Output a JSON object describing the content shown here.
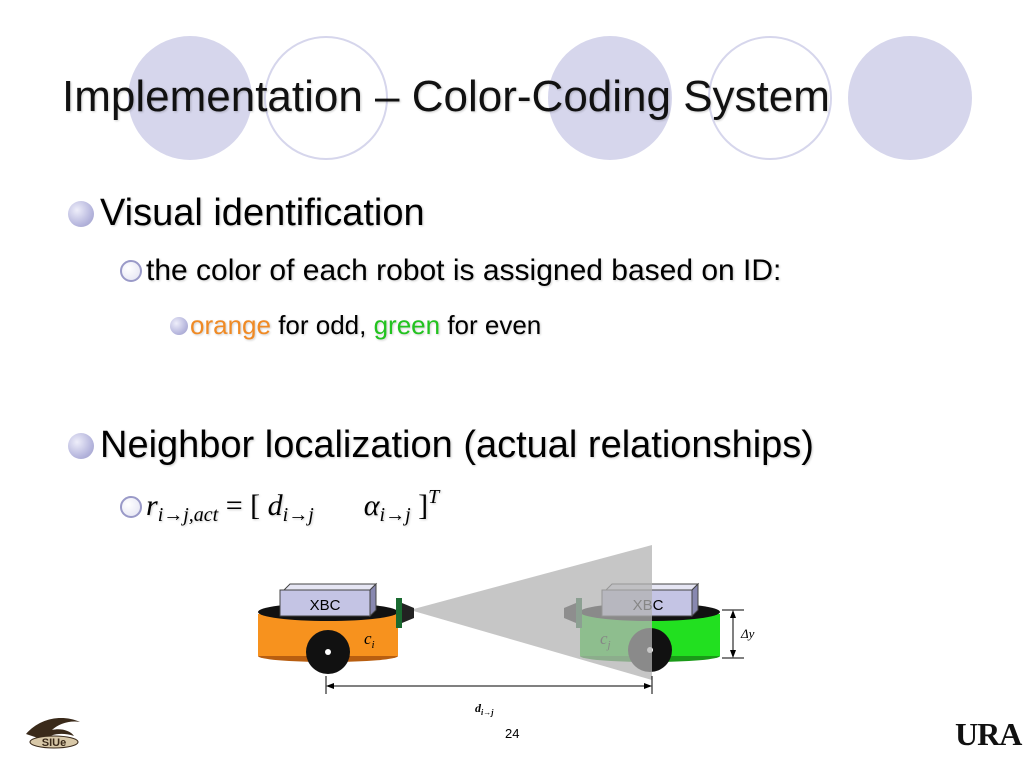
{
  "slide": {
    "title": "Implementation – Color-Coding System",
    "page_number": "24"
  },
  "bullets": {
    "visual": {
      "label": "Visual identification",
      "sub": "the color of each robot is assigned based on ID:",
      "detail": {
        "orange_word": "orange",
        "mid_text": " for odd, ",
        "green_word": "green",
        "end_text": " for even"
      }
    },
    "neighbor": {
      "label": "Neighbor localization (actual relationships)",
      "formula": {
        "r": "r",
        "r_sub": "i→j,act",
        "eq": " = [ ",
        "d": "d",
        "d_sub": "i→j",
        "alpha": "α",
        "alpha_sub": "i→j",
        "close": " ]",
        "sup": "T"
      }
    }
  },
  "diagram": {
    "robot_left": {
      "label_box": "XBC",
      "symbol": "c",
      "symbol_sub": "i"
    },
    "robot_right": {
      "label_box": "XBC",
      "symbol": "c",
      "symbol_sub": "j"
    },
    "distance_label": "d",
    "distance_sub": "i→j",
    "height_label": "Δy"
  },
  "logos": {
    "left_text": "SIUe",
    "right_text": "URA"
  },
  "colors": {
    "orange": "#f08a24",
    "green": "#22c31f",
    "bullet": "#b8b8de",
    "decor_circle": "#d6d6ec",
    "cone": "#b3b3b3"
  }
}
